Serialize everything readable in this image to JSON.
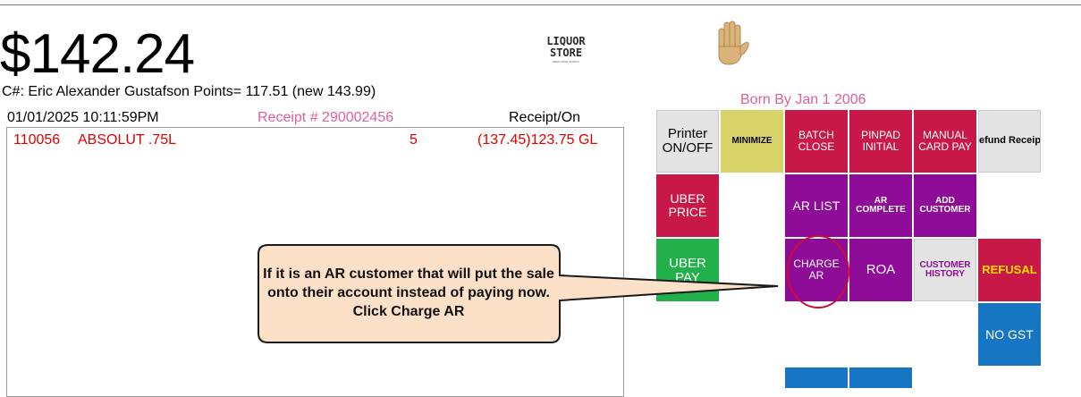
{
  "total": "$142.24",
  "logo": {
    "line1": "LIQUOR",
    "line2": "STORE",
    "tagline": "BEER WINE SPIRITS"
  },
  "customer_line": "C#: Eric Alexander Gustafson Points= 117.51 (new 143.99)",
  "born_by": "Born By Jan 1 2006",
  "receipt_header": {
    "datetime": "01/01/2025 10:11:59PM",
    "receipt_no": "Receipt # 290002456",
    "receipt_on": "Receipt/On"
  },
  "items": [
    {
      "code": "110056",
      "name": "ABSOLUT .75L",
      "qty": "5",
      "price": "(137.45)123.75 GL"
    }
  ],
  "buttons": {
    "printer": "Printer ON/OFF",
    "minimize": "MINIMIZE",
    "batch_close": "BATCH CLOSE",
    "pinpad_initial": "PINPAD INITIAL",
    "manual_card_pay": "MANUAL CARD PAY",
    "refund_receipt": "efund Receip",
    "uber_price": "UBER PRICE",
    "ar_list": "AR LIST",
    "ar_complete": "AR COMPLETE",
    "add_customer": "ADD CUSTOMER",
    "uber_pay": "UBER PAY",
    "charge_ar": "CHARGE AR",
    "roa": "ROA",
    "customer_history": "CUSTOMER HISTORY",
    "refusal": "REFUSAL",
    "no_gst": "NO GST"
  },
  "callout": {
    "text": "If it is an AR customer that will put the sale onto their account instead of paying now. Click Charge AR"
  },
  "colors": {
    "crimson": "#c81848",
    "purple": "#8e0c98",
    "item_red": "#e00000",
    "pink": "#e0609a",
    "callout_fill": "#fde0c8",
    "highlight_ring": "#c8102e"
  },
  "icons": [
    "hand-stop-icon"
  ]
}
